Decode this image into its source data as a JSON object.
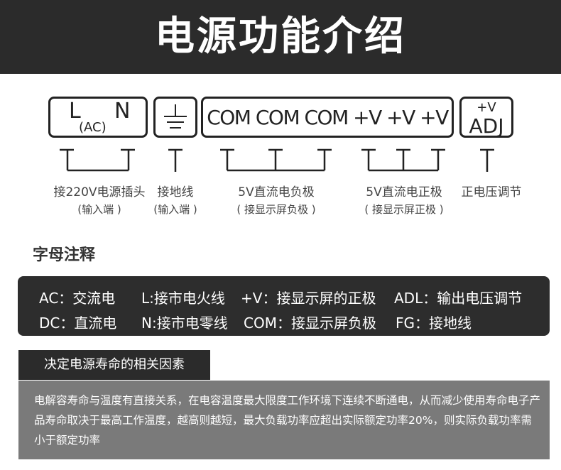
{
  "header": {
    "title": "电源功能介绍"
  },
  "terminals": {
    "box1": {
      "l": "L",
      "n": "N",
      "ac": "(AC)"
    },
    "box3": {
      "text": "COM COM COM +V +V +V"
    },
    "box4": {
      "pv": "+V",
      "adj": "ADJ"
    }
  },
  "labels": [
    {
      "main": "接220V电源插头",
      "sub": "(输入端 )"
    },
    {
      "main": "接地线",
      "sub": "(输入端 )"
    },
    {
      "main": "5V直流电负极",
      "sub": "( 接显示屏负极 )"
    },
    {
      "main": "5V直流电正极",
      "sub": "( 接显示屏正极 )"
    },
    {
      "main": "正电压调节",
      "sub": ""
    }
  ],
  "legend_section": {
    "title": "字母注释",
    "row1": [
      "AC：交流电",
      "L:接市电火线",
      "+V：接显示屏的正极",
      "ADL：输出电压调节"
    ],
    "row2": [
      "DC：直流电",
      "N:接市电零线",
      "COM：接显示屏负极",
      "FG：接地线"
    ]
  },
  "life_section": {
    "tab": "决定电源寿命的相关因素",
    "text": "电解容寿命与温度有直接关系，在电容温度最大限度工作环境下连续不断通电，从而减少使用寿命电子产品寿命取决于最高工作温度，越高则越短，最大负载功率应超出实际额定功率20%，则实际负载功率需小于额定功率"
  }
}
